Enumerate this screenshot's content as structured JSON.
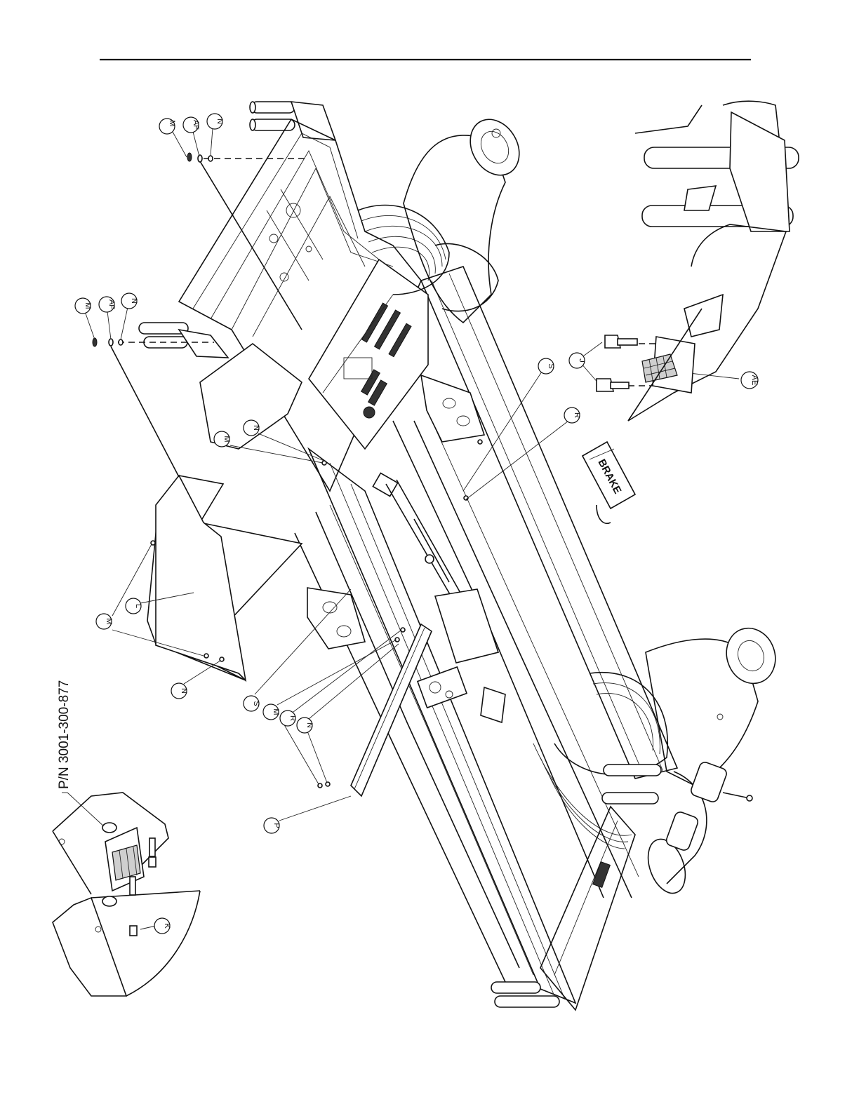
{
  "part_number_label": "P/N 3001-300-877",
  "pedal_label": "BRAKE",
  "callouts": {
    "m1": "M",
    "af1": "AF",
    "n1": "N",
    "m2": "M",
    "af2": "AF",
    "n2": "N",
    "m3": "M",
    "n3": "N",
    "l": "L",
    "m4": "M",
    "n4": "N",
    "s1": "S",
    "m5": "M",
    "r1": "R",
    "n5": "N",
    "p": "P",
    "s2": "S",
    "r2": "R",
    "j": "J",
    "ae": "AE",
    "k": "K"
  }
}
